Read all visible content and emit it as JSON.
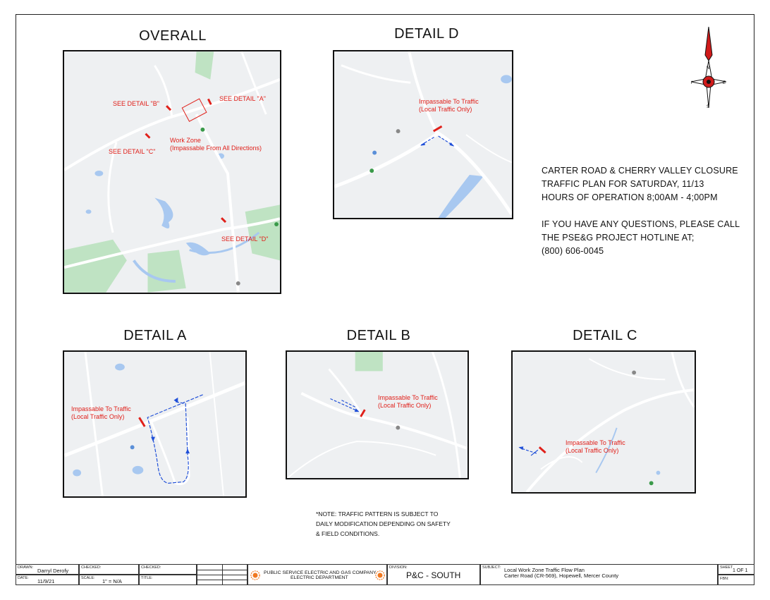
{
  "titles": {
    "overall": "OVERALL",
    "detail_d": "DETAIL D",
    "detail_a": "DETAIL A",
    "detail_b": "DETAIL B",
    "detail_c": "DETAIL C"
  },
  "overall_labels": {
    "see_a": "SEE DETAIL \"A\"",
    "see_b": "SEE DETAIL \"B\"",
    "see_c": "SEE DETAIL \"C\"",
    "see_d": "SEE DETAIL \"D\"",
    "work_zone_1": "Work Zone",
    "work_zone_2": "(Impassable From All Directions)"
  },
  "detail_label": {
    "line1": "Impassable To Traffic",
    "line2": "(Local Traffic Only)"
  },
  "compass": {
    "n": "N",
    "s": "S",
    "e": "E",
    "w": "W"
  },
  "info": {
    "line1": "CARTER ROAD & CHERRY VALLEY CLOSURE",
    "line2": "TRAFFIC PLAN FOR SATURDAY, 11/13",
    "line3": "HOURS OF OPERATION 8;00AM - 4;00PM",
    "line4": "IF YOU HAVE ANY QUESTIONS, PLEASE CALL",
    "line5": "THE PSE&G PROJECT HOTLINE AT;",
    "line6": "(800) 606-0045"
  },
  "note": {
    "line1": "*NOTE: TRAFFIC PATTERN IS SUBJECT TO",
    "line2": "DAILY MODIFICATION DEPENDING ON SAFETY",
    "line3": "& FIELD CONDITIONS."
  },
  "title_block": {
    "drawn_label": "DRAWN:",
    "drawn_value": "Darryl Derofy",
    "checked_label": "CHECKED:",
    "checked2_label": "CHECKED:",
    "date_label": "DATE:",
    "date_value": "11/9/21",
    "scale_label": "SCALE:",
    "scale_value": "1\" = N/A",
    "title_label": "TITLE:",
    "company_1": "PUBLIC SERVICE ELECTRIC AND GAS COMPANY",
    "company_2": "ELECTRIC DEPARTMENT",
    "division_label": "DIVISION:",
    "division_value": "P&C - SOUTH",
    "subject_label": "SUBJECT:",
    "subject_1": "Local Work Zone Traffic Flow Plan",
    "subject_2": "Carter Road (CR-569), Hopewell, Mercer County",
    "sheet_label": "SHEET",
    "sheet_value": "1 OF 1",
    "fbn_label": "FBN:"
  },
  "colors": {
    "closure_red": "#e0201a",
    "detour_blue": "#1f4fd8",
    "water": "#a8c8f0",
    "park": "#bfe3c3",
    "road": "#ffffff"
  }
}
